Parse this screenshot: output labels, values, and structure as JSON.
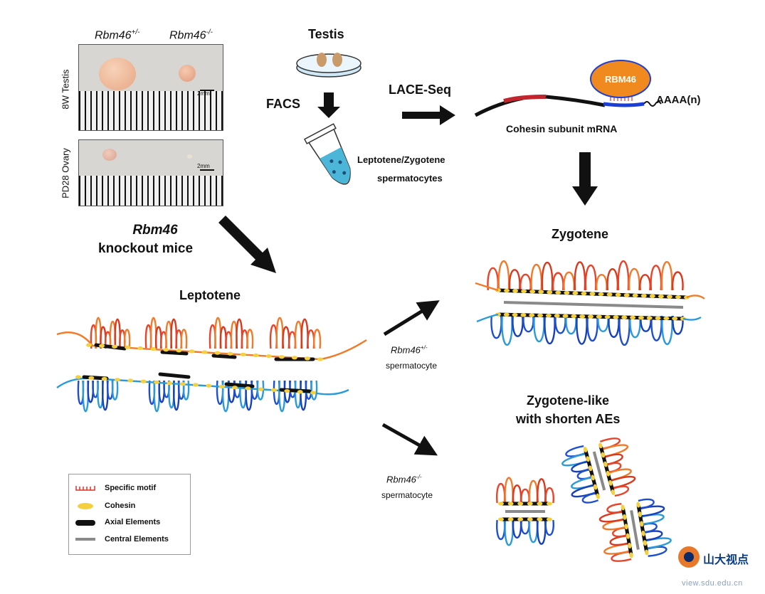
{
  "panel_photos": {
    "het_label": "Rbm46",
    "het_sup": "+/-",
    "ko_label": "Rbm46",
    "ko_sup": "-/-",
    "testis_side_label": "8W Testis",
    "ovary_side_label": "PD28 Ovary",
    "scale_testis": "2mm",
    "scale_ovary": "2mm"
  },
  "workflow": {
    "testis_label": "Testis",
    "facs_label": "FACS",
    "cells_line1": "Leptotene/Zygotene",
    "cells_line2": "spermatocytes",
    "lace_label": "LACE-Seq",
    "protein_label": "RBM46",
    "polyA_label": "AAAA(n)",
    "mrna_caption": "Cohesin subunit mRNA"
  },
  "knockout": {
    "line1": "Rbm46",
    "line2": "knockout mice"
  },
  "stages": {
    "leptotene": "Leptotene",
    "zygotene": "Zygotene",
    "zyg_like_line1": "Zygotene-like",
    "zyg_like_line2": "with shorten AEs"
  },
  "arrow_labels": {
    "het_gene": "Rbm46",
    "het_sup": "+/-",
    "het_cell": "spermatocyte",
    "ko_gene": "Rbm46",
    "ko_sup": "-/-",
    "ko_cell": "spermatocyte"
  },
  "legend": {
    "items": [
      {
        "label": "Specific motif",
        "color": "#e0322a"
      },
      {
        "label": "Cohesin",
        "color": "#f4d03f"
      },
      {
        "label": "Axial Elements",
        "color": "#111111"
      },
      {
        "label": "Central Elements",
        "color": "#8a8a8a"
      }
    ]
  },
  "watermark": {
    "cn": "山大视点",
    "url": "view.sdu.edu.cn"
  },
  "colors": {
    "red_loop": "#e8442b",
    "orange_loop": "#f07b2a",
    "blue_loop": "#1f4fd1",
    "light_blue_loop": "#2a9ad8",
    "cohesin": "#f4d03f",
    "axial": "#111111",
    "central": "#8a8a8a",
    "rbm46_fill": "#f08a1e",
    "mrna_red": "#c0262e",
    "mrna_blue": "#1b3fd6"
  }
}
